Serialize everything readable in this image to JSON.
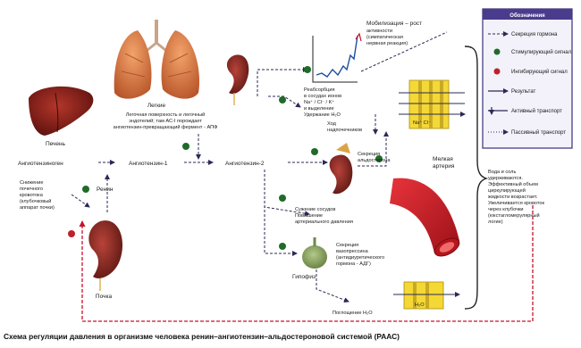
{
  "diagram": {
    "caption": "Схема регуляции давления в организме человека ренин–ангиотензин–альдостероновой системой (РААС)",
    "organs": {
      "liver": "Печень",
      "lungs": "Легкие",
      "kidney": "Почка",
      "pituitary": "Гипофиз",
      "artery_line1": "Мелкая",
      "artery_line2": "артерия"
    },
    "nodes": {
      "angiotensinogen": "Ангиотензиноген",
      "angiotensin1": "Ангиотензин-1",
      "angiotensin2": "Ангиотензин-2",
      "renin": "Ренин"
    },
    "lungs_desc": [
      "Легочная поверхность и легочный",
      "эндотелий; там АС-I порождает",
      "ангиотензин-превращающий фермент - АПФ"
    ],
    "mobilization": [
      "Мобилизация – рост",
      "активности",
      "(симпатическая",
      "нервная реакция)"
    ],
    "reabsorption": [
      "Реабсорбция",
      "в сосудах ионов",
      "Na⁺ / Cl⁻ / K⁺",
      "и выделение",
      "Удержание H₂O"
    ],
    "reabsorption_sub": [
      "Ход",
      "надпочечников"
    ],
    "aldosterone": [
      "Секреция",
      "альдостерона"
    ],
    "narrowing": [
      "Сужение сосудов",
      "Повышение",
      "артериального давления"
    ],
    "vasopressin": [
      "Секреция",
      "вазопрессина",
      "(антидиуретического",
      "гормона - АДГ)"
    ],
    "water_absorption": "Поглощение H₂O",
    "kidney_input": [
      "Снижение",
      "почечного",
      "кровотока",
      "(клубочковый",
      "аппарат почки)"
    ],
    "result": [
      "Вода и соль",
      "удерживаются.",
      "Эффективный объем",
      "циркулирующей",
      "жидкости возрастает.",
      "Увеличивается кровоток",
      "через клубочки",
      "(юкстагломерулярный",
      "логие)"
    ],
    "cell_labels": {
      "na_cl": "Na⁺ Cl⁻",
      "h2o": "H₂O"
    },
    "legend": {
      "title": "Обозначения",
      "items": [
        {
          "label": "Секреция гормона",
          "kind": "arrow-dashed"
        },
        {
          "label": "Стимулирующий сигнал",
          "kind": "dot-green"
        },
        {
          "label": "Ингибирующий сигнал",
          "kind": "dot-red"
        },
        {
          "label": "Результат",
          "kind": "arrow-solid"
        },
        {
          "label": "Активный транспорт",
          "kind": "arrow-bar"
        },
        {
          "label": "Пассивный транспорт",
          "kind": "arrow-dotted"
        }
      ]
    }
  },
  "colors": {
    "stimulating": "#1f6b2a",
    "inhibiting": "#c0202a",
    "legend_border": "#3a2f7a",
    "legend_header": "#4b3b8c",
    "arrow": "#2a2a55",
    "feedback": "#c8102e",
    "artery": "#d21f2a",
    "cell": "#f4d836",
    "chart_line": "#1f4fa0"
  }
}
